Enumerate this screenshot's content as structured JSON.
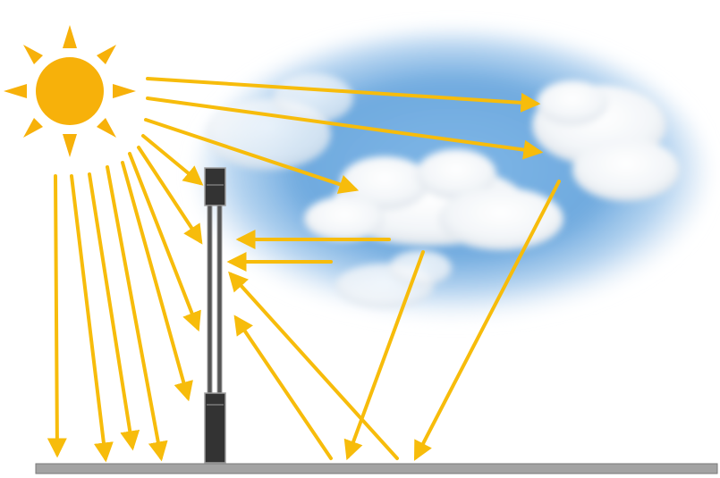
{
  "diagram": {
    "elements": [
      {
        "name": "sun-icon",
        "kind": "icon"
      },
      {
        "name": "sky-with-clouds",
        "kind": "image"
      },
      {
        "name": "sensor-instrument",
        "kind": "device"
      },
      {
        "name": "ground-surface",
        "kind": "surface"
      }
    ],
    "rays": {
      "direct_to_ground": 4,
      "direct_to_sensor": 4,
      "to_clouds": 3,
      "cloud_to_sensor": 2,
      "cloud_to_ground": 2,
      "ground_to_sensor": 2
    },
    "text_labels": []
  },
  "colors": {
    "ray": "#F7BC0B",
    "sun_core": "#F7B10A",
    "sun_rays": "#F7B10A",
    "sky_blue": "#5A9ED8",
    "cloud_white": "#F4F6F8",
    "sensor_body": "#333333",
    "sensor_frame": "#9E9E9E",
    "ground": "#A3A3A3",
    "ground_border": "#7A7A7A"
  }
}
